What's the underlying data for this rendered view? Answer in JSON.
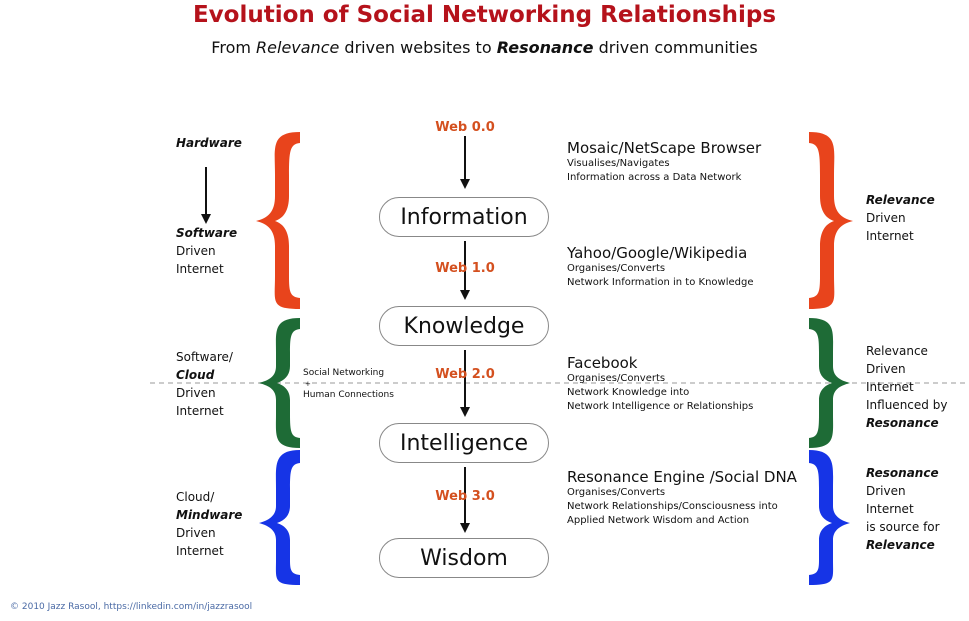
{
  "header": {
    "title": "Evolution of Social Networking Relationships",
    "subtitle_parts": [
      "From ",
      "Relevance",
      " driven websites to ",
      "Resonance",
      " driven communities"
    ]
  },
  "web_labels": [
    "Web 0.0",
    "Web 1.0",
    "Web 2.0",
    "Web 3.0"
  ],
  "nodes": [
    "Information",
    "Knowledge",
    "Intelligence",
    "Wisdom"
  ],
  "descriptions": [
    {
      "title": "Mosaic/NetScape Browser",
      "lines": [
        "Visualises/Navigates",
        "Information across a Data Network"
      ]
    },
    {
      "title": "Yahoo/Google/Wikipedia",
      "lines": [
        "Organises/Converts",
        "Network Information in to Knowledge"
      ]
    },
    {
      "title": "Facebook",
      "lines": [
        "Organises/Converts",
        "Network Knowledge into",
        "Network Intelligence or Relationships"
      ]
    },
    {
      "title": "Resonance Engine /Social DNA",
      "lines": [
        "Organises/Converts",
        "Network Relationships/Consciousness into",
        "Applied Network Wisdom and Action"
      ]
    }
  ],
  "left": {
    "hardware": "Hardware",
    "sw": {
      "em": "Software",
      "l1": "Driven",
      "l2": "Internet"
    },
    "cloud": {
      "l0": "Software/",
      "em": "Cloud",
      "l1": "Driven",
      "l2": "Internet"
    },
    "mind": {
      "l0": "Cloud/",
      "em": "Mindware",
      "l1": "Driven",
      "l2": "Internet"
    }
  },
  "social_note": {
    "l1": "Social Networking",
    "l2": "+",
    "l3": "Human Connections"
  },
  "right": {
    "rel": {
      "em": "Relevance",
      "l1": "Driven",
      "l2": "Internet"
    },
    "infl": {
      "l1": "Relevance",
      "l2": "Driven",
      "l3": "Internet",
      "l4": "Influenced by",
      "em": "Resonance"
    },
    "res": {
      "em": "Resonance",
      "l1": "Driven",
      "l2": "Internet",
      "l3": "is source for",
      "em2": "Relevance"
    }
  },
  "footer": "© 2010 Jazz Rasool, https://linkedin.com/in/jazzrasool",
  "colors": {
    "title": "#b5121b",
    "web": "#d4501f",
    "red_brace": "#e8441c",
    "green_brace": "#1e6b36",
    "blue_brace": "#1634e6",
    "footer": "#4a6aa5"
  }
}
